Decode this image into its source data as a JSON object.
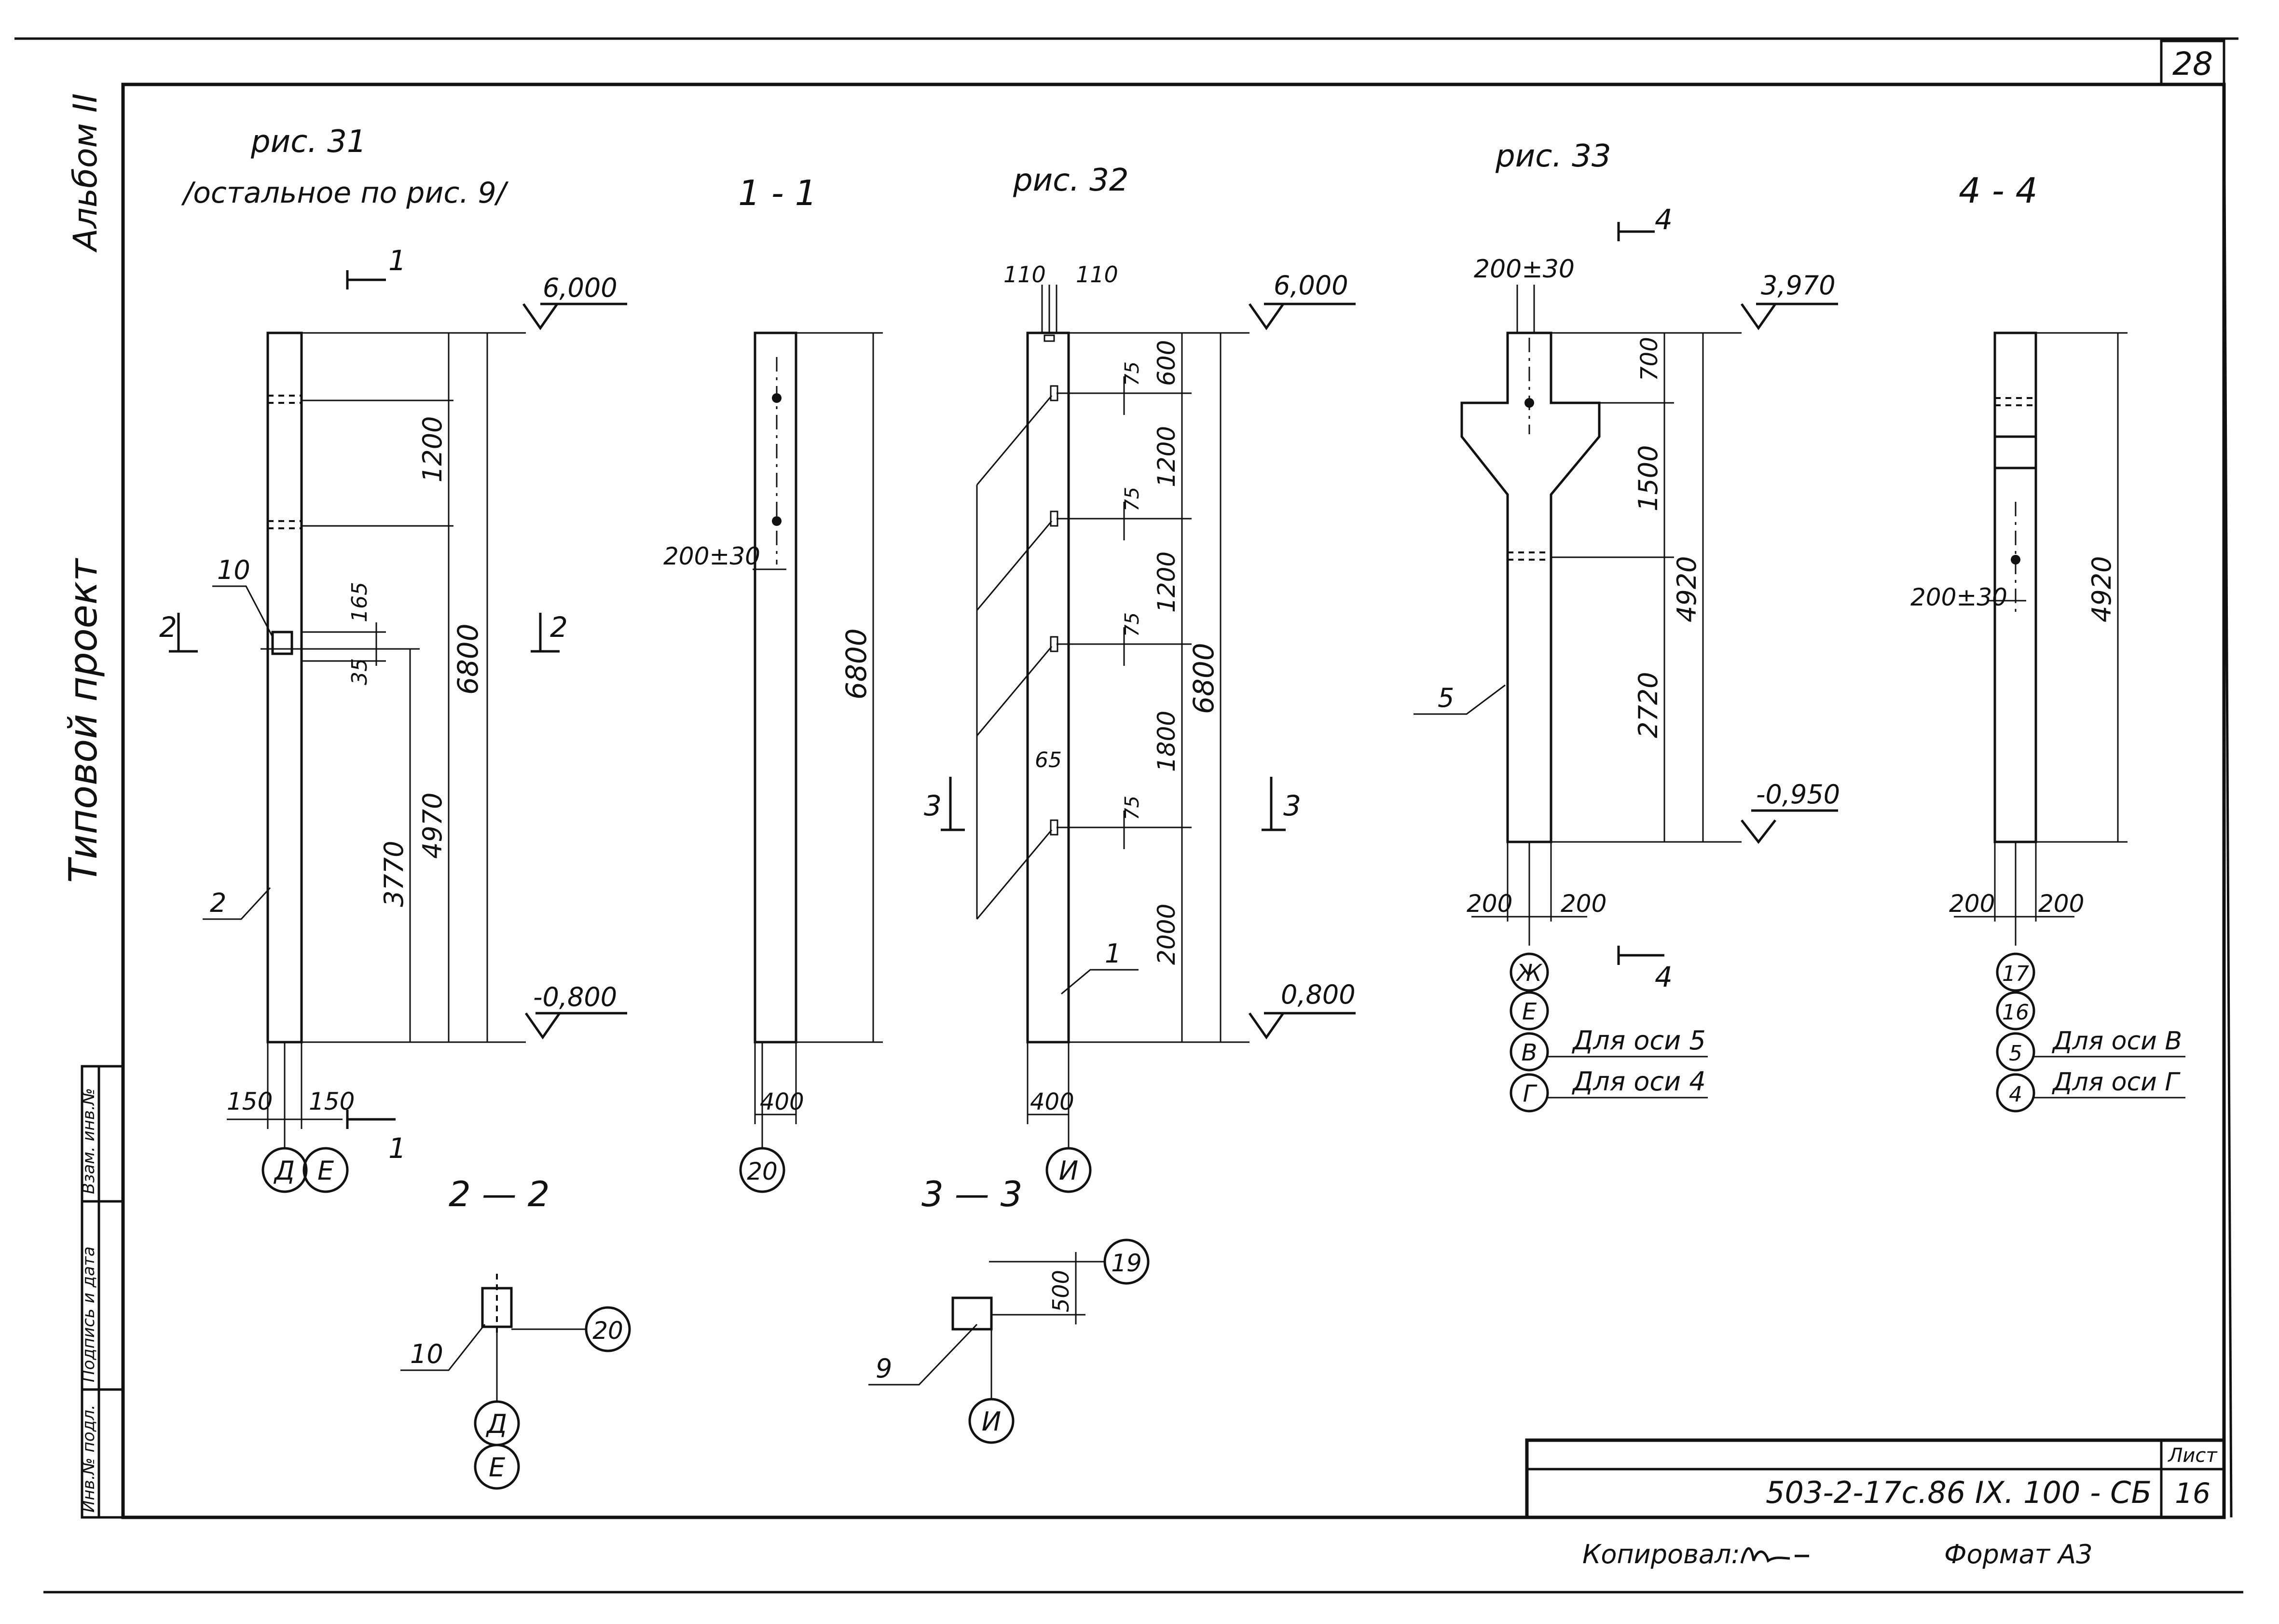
{
  "sheet_number_top": "28",
  "side_labels": {
    "album": "Альбом II",
    "project": "Типовой проект",
    "stamp": [
      "Инв.№ подл.",
      "Подпись и дата",
      "Взам. инв.№"
    ]
  },
  "fig31": {
    "title": "рис. 31",
    "note": "/остальное по рис. 9/",
    "cut1": "1",
    "cut2": "2",
    "elev_top": "6,000",
    "elev_bottom": "-0,800",
    "dim_1200": "1200",
    "dim_6800": "6800",
    "dim_4970": "4970",
    "dim_3770": "3770",
    "dim_165": "165",
    "dim_35": "35",
    "dim_150a": "150",
    "dim_150b": "150",
    "leader_10": "10",
    "leader_2": "2",
    "axis_a": "Д",
    "axis_b": "Е"
  },
  "sect11": {
    "title": "1 - 1",
    "dim_200_30": "200±30",
    "dim_6800": "6800",
    "dim_400": "400",
    "mark": "20"
  },
  "fig32": {
    "title": "рис. 32",
    "dim_110a": "110",
    "dim_110b": "110",
    "elev_top": "6,000",
    "elev_bottom": "0,800",
    "dims_right": [
      "600",
      "1200",
      "1200",
      "1800",
      "2000"
    ],
    "dim_75": "75",
    "dim_65": "65",
    "dim_6800": "6800",
    "dim_400": "400",
    "cut3": "3",
    "leader_1": "1",
    "axis": "И"
  },
  "fig33": {
    "title": "рис. 33",
    "cut4": "4",
    "dim_200_30": "200±30",
    "elev_top": "3,970",
    "elev_bottom": "-0,950",
    "dim_700": "700",
    "dim_1500": "1500",
    "dim_4920": "4920",
    "dim_2720": "2720",
    "dim_200a": "200",
    "dim_200b": "200",
    "leader_5": "5",
    "axes": [
      "Ж",
      "Е",
      "В",
      "Г"
    ],
    "note_v": "Для оси 5",
    "note_g": "Для оси 4"
  },
  "sect44": {
    "title": "4 - 4",
    "dim_4920": "4920",
    "dim_200_30": "200±30",
    "dim_200a": "200",
    "dim_200b": "200",
    "marks": [
      "17",
      "16",
      "5",
      "4"
    ],
    "note_5": "Для оси В",
    "note_4": "Для оси Г"
  },
  "sect22": {
    "title": "2 — 2",
    "leader_10": "10",
    "mark": "20",
    "axes": [
      "Д",
      "Е"
    ]
  },
  "sect33": {
    "title": "3 — 3",
    "dim_500": "500",
    "mark": "19",
    "leader_9": "9",
    "axis": "И"
  },
  "title_block": {
    "code": "503-2-17с.86 IX. 100 - СБ",
    "sheet_label": "Лист",
    "sheet": "16"
  },
  "footer": {
    "copied": "Копировал:",
    "format": "Формат А3"
  }
}
